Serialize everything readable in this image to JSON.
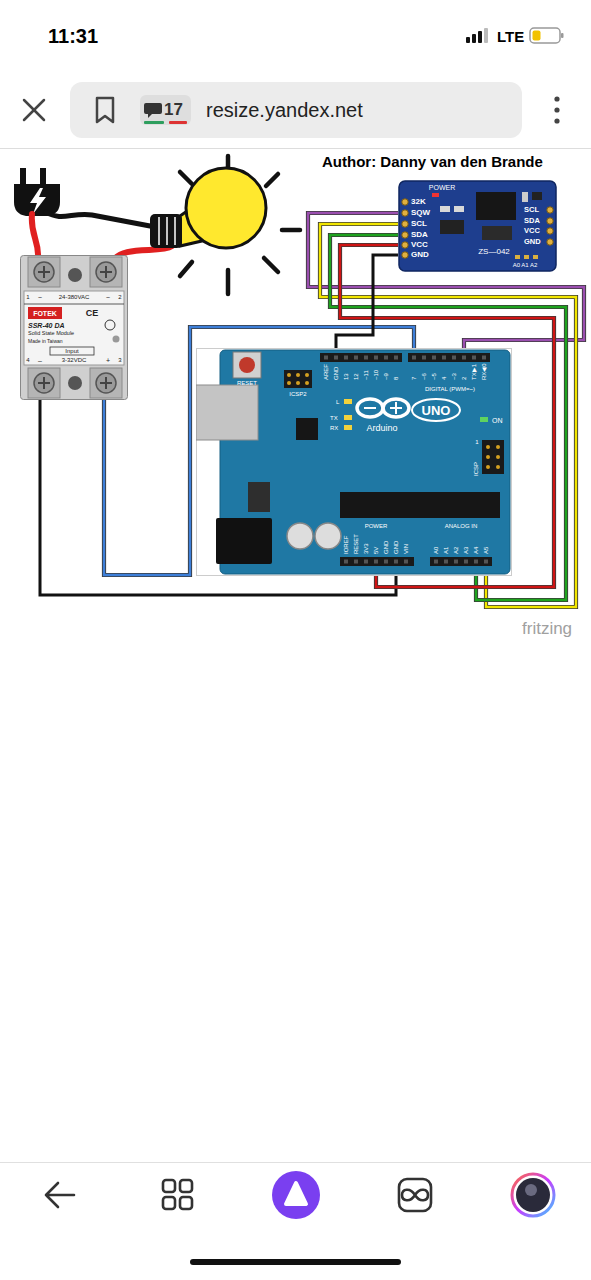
{
  "diagram": {
    "nodes": [
      {
        "text": [
          "resize.yandex.net"
        ]
      },
      {
        "text": [
          "17"
        ],
        "in": 0
      },
      {
        "text": [
          "POWER",
          "32K",
          "SQW",
          "SCL",
          "SDA",
          "VCC",
          "GND",
          "SCL",
          "SDA",
          "VCC",
          "GND",
          "ZS—042",
          "A0 A1 A2"
        ]
      },
      {
        "text": [
          "1",
          "~",
          "24-380VAC",
          "~",
          "2",
          "FOTEK",
          "CE",
          "SSR-40 DA",
          "Solid State Module",
          "Made in Taiwan",
          "Input",
          "4",
          "–",
          "3-32VDC",
          "+",
          "3"
        ]
      },
      {
        "text": [
          "RESET",
          "ICSP2",
          "AREF",
          "GND",
          "13",
          "12",
          "~11",
          "~10",
          "~9",
          "8",
          "7",
          "~6",
          "~5",
          "4",
          "~3",
          "2",
          "TX▶1",
          "RX◀0",
          "DIGITAL (PWM=~)",
          "L",
          "TX",
          "RX",
          "UNO",
          "Arduino",
          "ON",
          "ICSP",
          "1",
          "IOREF",
          "RESET",
          "3V3",
          "5V",
          "GND",
          "GND",
          "VIN",
          "POWER",
          "A0",
          "A1",
          "A2",
          "A3",
          "A4",
          "A5",
          "ANALOG IN"
        ]
      }
    ],
    "edges": [
      {
        "from": 3,
        "to": 4,
        "arrow": "none"
      },
      {
        "from": 3,
        "to": 4,
        "arrow": "none"
      },
      {
        "from": 2,
        "to": 4,
        "arrow": "none"
      },
      {
        "from": 2,
        "to": 4,
        "arrow": "none"
      },
      {
        "from": 2,
        "to": 4,
        "arrow": "none"
      },
      {
        "from": 2,
        "to": 4,
        "arrow": "none"
      },
      {
        "from": 2,
        "to": 4,
        "arrow": "none"
      }
    ],
    "labels": [
      "11:31",
      "LTE",
      "Author: Danny van den Brande",
      "fritzing"
    ]
  }
}
